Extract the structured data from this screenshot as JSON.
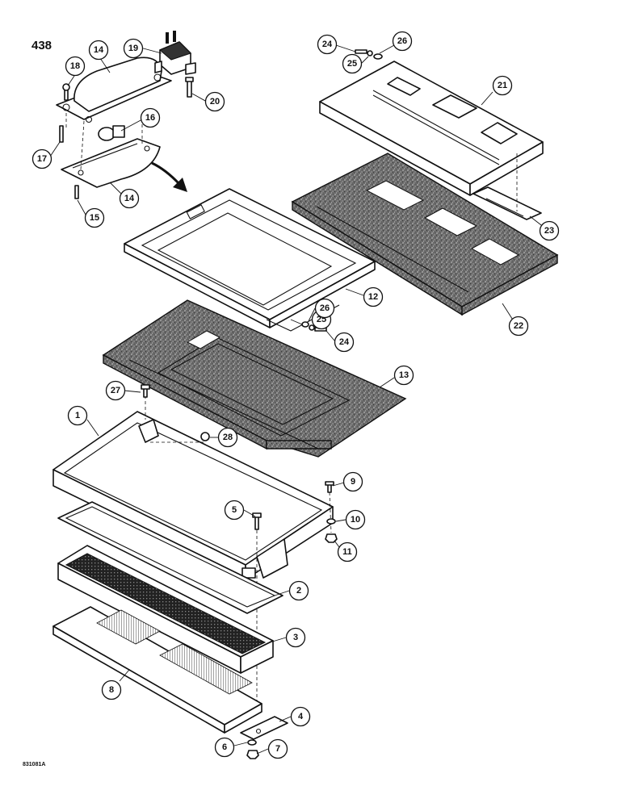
{
  "page": {
    "number": "438",
    "figure_code": "831081A"
  },
  "callouts": [
    {
      "id": "c1",
      "label": "1"
    },
    {
      "id": "c2",
      "label": "2"
    },
    {
      "id": "c3",
      "label": "3"
    },
    {
      "id": "c4",
      "label": "4"
    },
    {
      "id": "c5",
      "label": "5"
    },
    {
      "id": "c6",
      "label": "6"
    },
    {
      "id": "c7",
      "label": "7"
    },
    {
      "id": "c8",
      "label": "8"
    },
    {
      "id": "c9",
      "label": "9"
    },
    {
      "id": "c10",
      "label": "10"
    },
    {
      "id": "c11",
      "label": "11"
    },
    {
      "id": "c12",
      "label": "12"
    },
    {
      "id": "c13",
      "label": "13"
    },
    {
      "id": "c14a",
      "label": "14"
    },
    {
      "id": "c14b",
      "label": "14"
    },
    {
      "id": "c15",
      "label": "15"
    },
    {
      "id": "c16",
      "label": "16"
    },
    {
      "id": "c17",
      "label": "17"
    },
    {
      "id": "c18",
      "label": "18"
    },
    {
      "id": "c19",
      "label": "19"
    },
    {
      "id": "c20",
      "label": "20"
    },
    {
      "id": "c21",
      "label": "21"
    },
    {
      "id": "c22",
      "label": "22"
    },
    {
      "id": "c23",
      "label": "23"
    },
    {
      "id": "c24a",
      "label": "24"
    },
    {
      "id": "c24b",
      "label": "24"
    },
    {
      "id": "c25a",
      "label": "25"
    },
    {
      "id": "c25b",
      "label": "25"
    },
    {
      "id": "c26a",
      "label": "26"
    },
    {
      "id": "c26b",
      "label": "26"
    },
    {
      "id": "c27",
      "label": "27"
    },
    {
      "id": "c28",
      "label": "28"
    }
  ]
}
